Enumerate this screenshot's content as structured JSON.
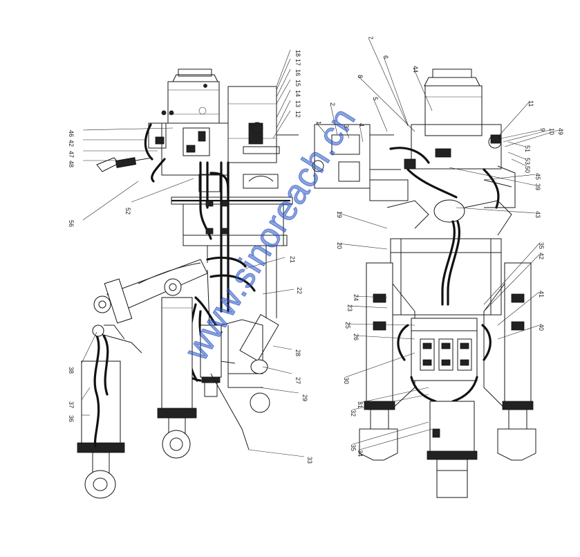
{
  "watermark": {
    "text": "www.sinoreach.cn",
    "color": "#2f66c8"
  },
  "callouts": [
    {
      "id": "c1",
      "text": "46"
    },
    {
      "id": "c2",
      "text": "42"
    },
    {
      "id": "c3",
      "text": "47"
    },
    {
      "id": "c4",
      "text": "48"
    },
    {
      "id": "c5",
      "text": "52"
    },
    {
      "id": "c6",
      "text": "56"
    },
    {
      "id": "c7",
      "text": "38"
    },
    {
      "id": "c8",
      "text": "37"
    },
    {
      "id": "c9",
      "text": "36"
    },
    {
      "id": "c10",
      "text": "21"
    },
    {
      "id": "c11",
      "text": "22"
    },
    {
      "id": "c12",
      "text": "27"
    },
    {
      "id": "c13",
      "text": "28"
    },
    {
      "id": "c14",
      "text": "29"
    },
    {
      "id": "c15",
      "text": "33"
    },
    {
      "id": "c16",
      "text": "12"
    },
    {
      "id": "c17",
      "text": "13"
    },
    {
      "id": "c18",
      "text": "14"
    },
    {
      "id": "c19",
      "text": "15"
    },
    {
      "id": "c20",
      "text": "16"
    },
    {
      "id": "c21",
      "text": "17"
    },
    {
      "id": "c22",
      "text": "18"
    },
    {
      "id": "c23",
      "text": "1"
    },
    {
      "id": "c24",
      "text": "2"
    },
    {
      "id": "c25",
      "text": "3"
    },
    {
      "id": "c26",
      "text": "4"
    },
    {
      "id": "c27",
      "text": "5"
    },
    {
      "id": "c28",
      "text": "6"
    },
    {
      "id": "c29",
      "text": "7"
    },
    {
      "id": "c30",
      "text": "8"
    },
    {
      "id": "c31",
      "text": "44"
    },
    {
      "id": "c32",
      "text": "11"
    },
    {
      "id": "c33",
      "text": "9"
    },
    {
      "id": "c34",
      "text": "10"
    },
    {
      "id": "c35",
      "text": "49"
    },
    {
      "id": "c36",
      "text": "50"
    },
    {
      "id": "c37",
      "text": "45"
    },
    {
      "id": "c38",
      "text": "39"
    },
    {
      "id": "c39",
      "text": "43"
    },
    {
      "id": "c40",
      "text": "42"
    },
    {
      "id": "c41",
      "text": "35"
    },
    {
      "id": "c42",
      "text": "41"
    },
    {
      "id": "c43",
      "text": "40"
    },
    {
      "id": "c44",
      "text": "19"
    },
    {
      "id": "c45",
      "text": "20"
    },
    {
      "id": "c46",
      "text": "23"
    },
    {
      "id": "c47",
      "text": "24"
    },
    {
      "id": "c48",
      "text": "25"
    },
    {
      "id": "c49",
      "text": "26"
    },
    {
      "id": "c50",
      "text": "30"
    },
    {
      "id": "c51",
      "text": "31"
    },
    {
      "id": "c52",
      "text": "32"
    },
    {
      "id": "c53",
      "text": "34"
    },
    {
      "id": "c54",
      "text": "35"
    },
    {
      "id": "c55",
      "text": "51"
    },
    {
      "id": "c56",
      "text": "53"
    }
  ]
}
